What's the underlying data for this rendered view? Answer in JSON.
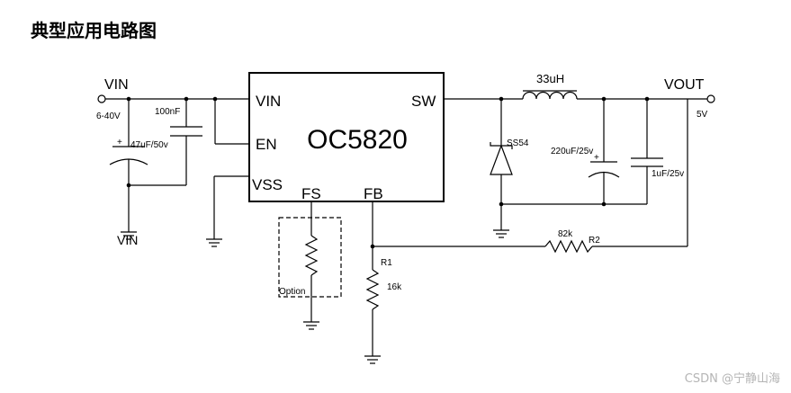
{
  "title": "典型应用电路图",
  "chip": {
    "name": "OC5820",
    "pins": {
      "vin": "VIN",
      "en": "EN",
      "vss": "VSS",
      "sw": "SW",
      "fs": "FS",
      "fb": "FB"
    }
  },
  "input": {
    "label": "VIN",
    "range": "6-40V",
    "cap_ceramic": "100nF",
    "cap_bulk": "47uF/50v",
    "ground_label": "VIN"
  },
  "output": {
    "label": "VOUT",
    "voltage": "5V",
    "cap_bulk": "220uF/25v",
    "cap_ceramic": "1uF/25v"
  },
  "inductor": "33uH",
  "diode": "SS54",
  "r2": {
    "value": "82k",
    "ref": "R2"
  },
  "r1": {
    "ref": "R1",
    "value": "16k"
  },
  "option_label": "Option",
  "watermark": "CSDN @宁静山海"
}
